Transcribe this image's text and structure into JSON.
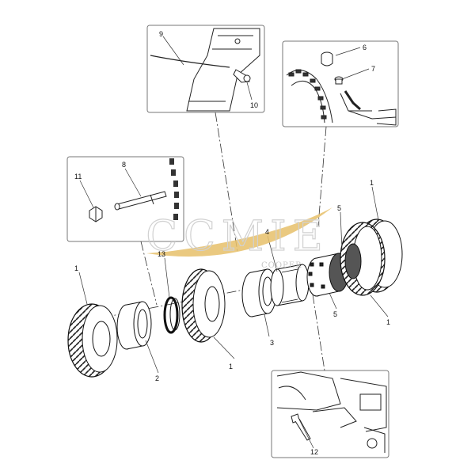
{
  "callouts": {
    "c1a": "1",
    "c1b": "1",
    "c1c": "1",
    "c1d": "1",
    "c2": "2",
    "c3": "3",
    "c4": "4",
    "c5a": "5",
    "c5b": "5",
    "c6": "6",
    "c7": "7",
    "c8": "8",
    "c9": "9",
    "c10": "10",
    "c11": "11",
    "c12": "12",
    "c13": "13"
  },
  "watermark": {
    "main": "CCMIE",
    "sub": "COOPER"
  },
  "colors": {
    "line": "#111111",
    "box_border": "#777777",
    "watermark_text": "#c9c9c9",
    "watermark_swoosh": "#e7c06a"
  }
}
